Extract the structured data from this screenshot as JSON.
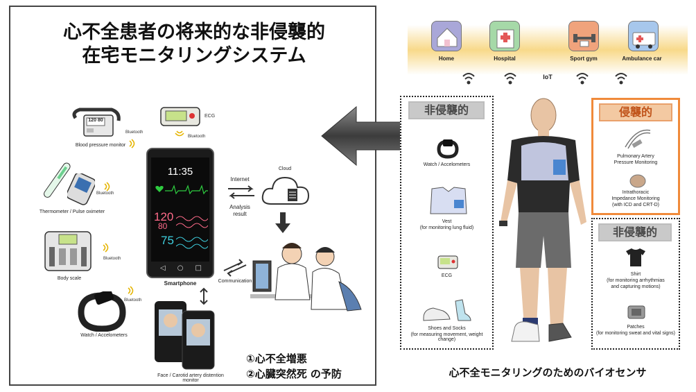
{
  "left": {
    "title_line1": "心不全患者の将来的な非侵襲的",
    "title_line2": "在宅モニタリングシステム",
    "devices": {
      "bp_label": "Blood pressure monitor",
      "bp_reading": "120 80",
      "ecg_label": "ECG",
      "thermo_label": "Thermometer / Pulse oximeter",
      "scale_label": "Body scale",
      "watch_label": "Watch / Accelometers",
      "face_label": "Face / Carotid artery distention monitor",
      "bluetooth": "Bluetooth"
    },
    "phone": {
      "label": "Smartphone",
      "time": "11:35",
      "bp_value": "120",
      "bp_value2": "80",
      "hr_value": "75"
    },
    "cloud": {
      "label": "Cloud",
      "internet": "Internet",
      "analysis_line1": "Analysis",
      "analysis_line2": "result",
      "communication": "Communication"
    },
    "prevention_line1": "①心不全増悪",
    "prevention_line2": "②心臓突然死 の予防"
  },
  "right": {
    "venues": [
      {
        "label": "Home"
      },
      {
        "label": "Hospital"
      },
      {
        "label": "Sport gym"
      },
      {
        "label": "Ambulance car"
      }
    ],
    "iot_label": "IoT",
    "noninvasive_head": "非侵襲的",
    "noninvasive_items": [
      {
        "label": "Watch / Accelometers"
      },
      {
        "label": "Vest",
        "sub": "(for monitoring lung fluid)"
      },
      {
        "label": "ECG"
      },
      {
        "label": "Shoes and Socks",
        "sub": "(for measuring movement, weight change)"
      }
    ],
    "invasive_head": "侵襲的",
    "invasive_items": [
      {
        "label": "Pulmonary Artery",
        "sub": "Pressure Monitoring"
      },
      {
        "label": "Intrathoracic",
        "sub": "Impedance Monitoring",
        "sub2": "(with ICD and CRT-D)"
      }
    ],
    "noninvasive2_head": "非侵襲的",
    "noninvasive2_items": [
      {
        "label": "Shirt",
        "sub": "(for monitoring arrhythmias",
        "sub2": "and capturing motions)"
      },
      {
        "label": "Patches",
        "sub": "(for monitoring sweat and vital signs)"
      }
    ],
    "caption": "心不全モニタリングのためのバイオセンサ"
  },
  "colors": {
    "invasive_orange": "#f08a3a",
    "iot_band": "#f8d98a",
    "heart_green": "#2ecc40",
    "bp_pink": "#ff6b8a",
    "hr_cyan": "#3fd0e0"
  }
}
